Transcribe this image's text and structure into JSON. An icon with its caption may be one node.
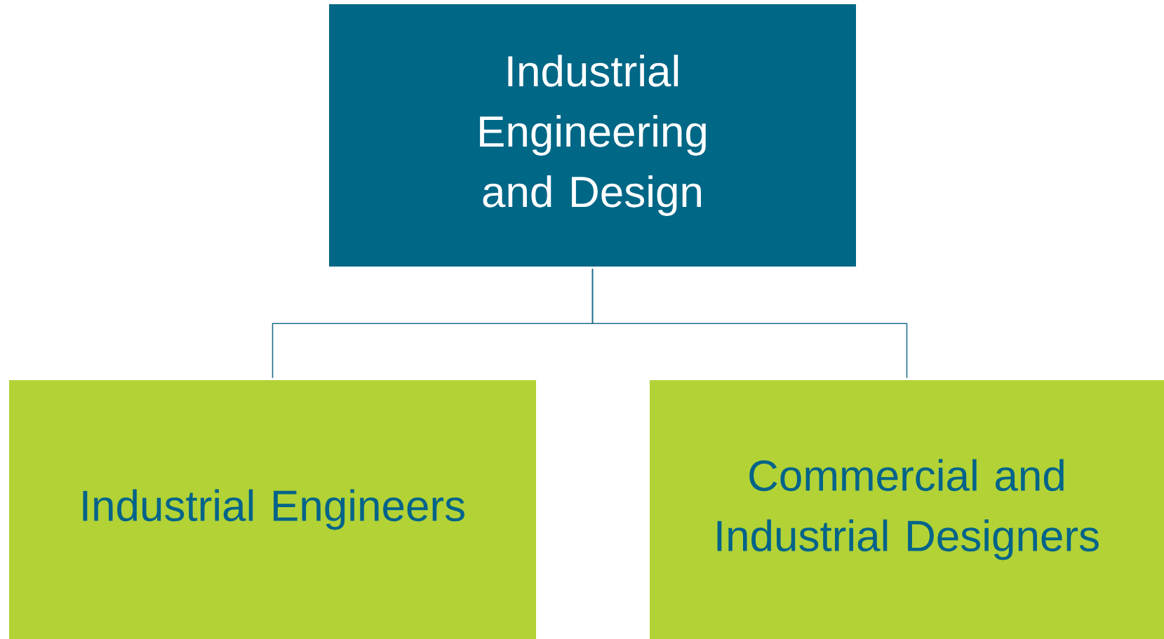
{
  "diagram": {
    "nodes": [
      {
        "text": [
          "Industrial Engineering and Design"
        ]
      },
      {
        "text": [
          "Industrial Engineers"
        ]
      },
      {
        "text": [
          "Commercial and Industrial Designers"
        ]
      }
    ],
    "edges": [
      {
        "from": 0,
        "to": 1,
        "arrow": "none"
      },
      {
        "from": 0,
        "to": 2,
        "arrow": "none"
      }
    ]
  }
}
